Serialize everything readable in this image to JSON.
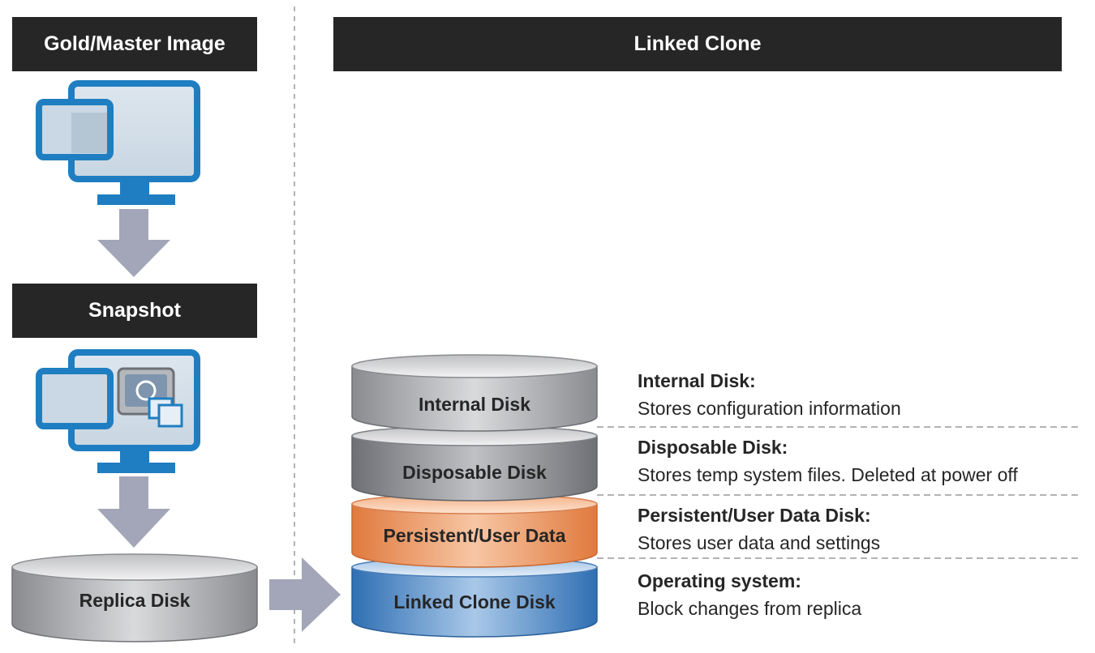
{
  "headers": {
    "gold": "Gold/Master Image",
    "linked": "Linked Clone",
    "snapshot": "Snapshot"
  },
  "replica_label": "Replica Disk",
  "stack": [
    {
      "label": "Internal Disk",
      "color": "#a8a8ab"
    },
    {
      "label": "Disposable Disk",
      "color": "#8f9195"
    },
    {
      "label": "Persistent/User Data",
      "color": "#f0a070"
    },
    {
      "label": "Linked Clone Disk",
      "color": "#5a8ec8"
    }
  ],
  "descriptions": [
    {
      "title": "Internal Disk:",
      "text": "Stores configuration information"
    },
    {
      "title": "Disposable Disk:",
      "text": "Stores temp system files. Deleted at power off"
    },
    {
      "title": "Persistent/User Data Disk:",
      "text": "Stores user data and settings"
    },
    {
      "title": "Operating system:",
      "text": "Block changes from replica"
    }
  ],
  "colors": {
    "header_bg": "#262626",
    "monitor_blue": "#1f7ec1",
    "arrow_gray": "#a3a6b8"
  }
}
